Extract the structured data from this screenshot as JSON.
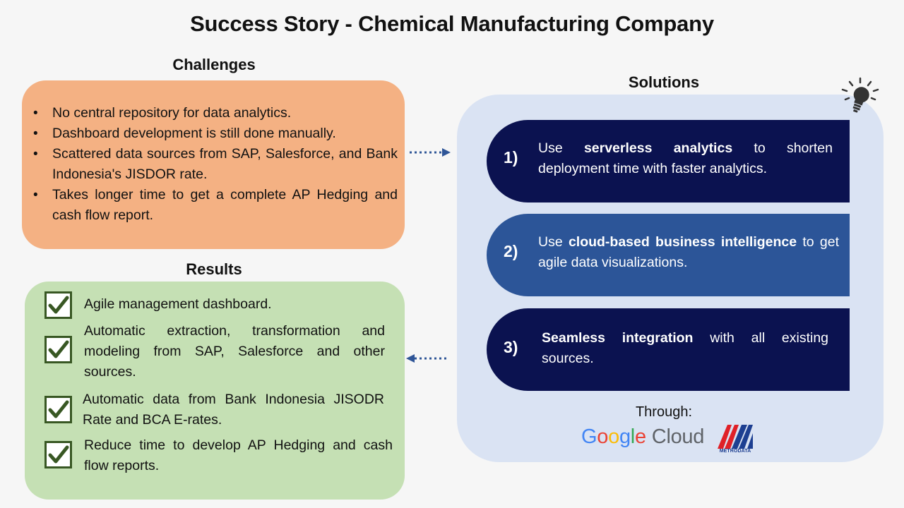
{
  "title": "Success Story - Chemical Manufacturing Company",
  "challenges": {
    "heading": "Challenges",
    "items": [
      "No central repository for data analytics.",
      "Dashboard development is still done manually.",
      "Scattered data sources from SAP, Salesforce, and Bank Indonesia's JISDOR rate.",
      "Takes longer time to get a complete AP Hedging and cash flow report."
    ],
    "color": "#f4b183"
  },
  "results": {
    "heading": "Results",
    "items": [
      "Agile management dashboard.",
      "Automatic extraction, transformation and modeling from SAP, Salesforce and other sources.",
      "Automatic data from Bank Indonesia JISODR Rate and BCA E-rates.",
      "Reduce time to develop AP Hedging and cash flow reports."
    ],
    "color": "#c5e0b4",
    "icon": "checkbox-icon"
  },
  "solutions": {
    "heading": "Solutions",
    "items": [
      {
        "number": "1)",
        "pre": "Use ",
        "bold": "serverless analytics",
        "post": " to shorten deployment time with faster analytics.",
        "color": "#0b1250"
      },
      {
        "number": "2)",
        "pre": "Use ",
        "bold": "cloud-based business intelligence",
        "post": " to get agile data visualizations.",
        "color": "#2c5598"
      },
      {
        "number": "3)",
        "pre": "",
        "bold": "Seamless integration",
        "post": " with all existing sources.",
        "color": "#0b1250"
      }
    ],
    "through": "Through:",
    "google_logo": {
      "google": [
        "G",
        "o",
        "o",
        "g",
        "l",
        "e"
      ],
      "cloud": "Cloud"
    },
    "metrodata_label": "METRODATA",
    "panel_color": "#dae3f3",
    "icon": "lightbulb-icon"
  }
}
